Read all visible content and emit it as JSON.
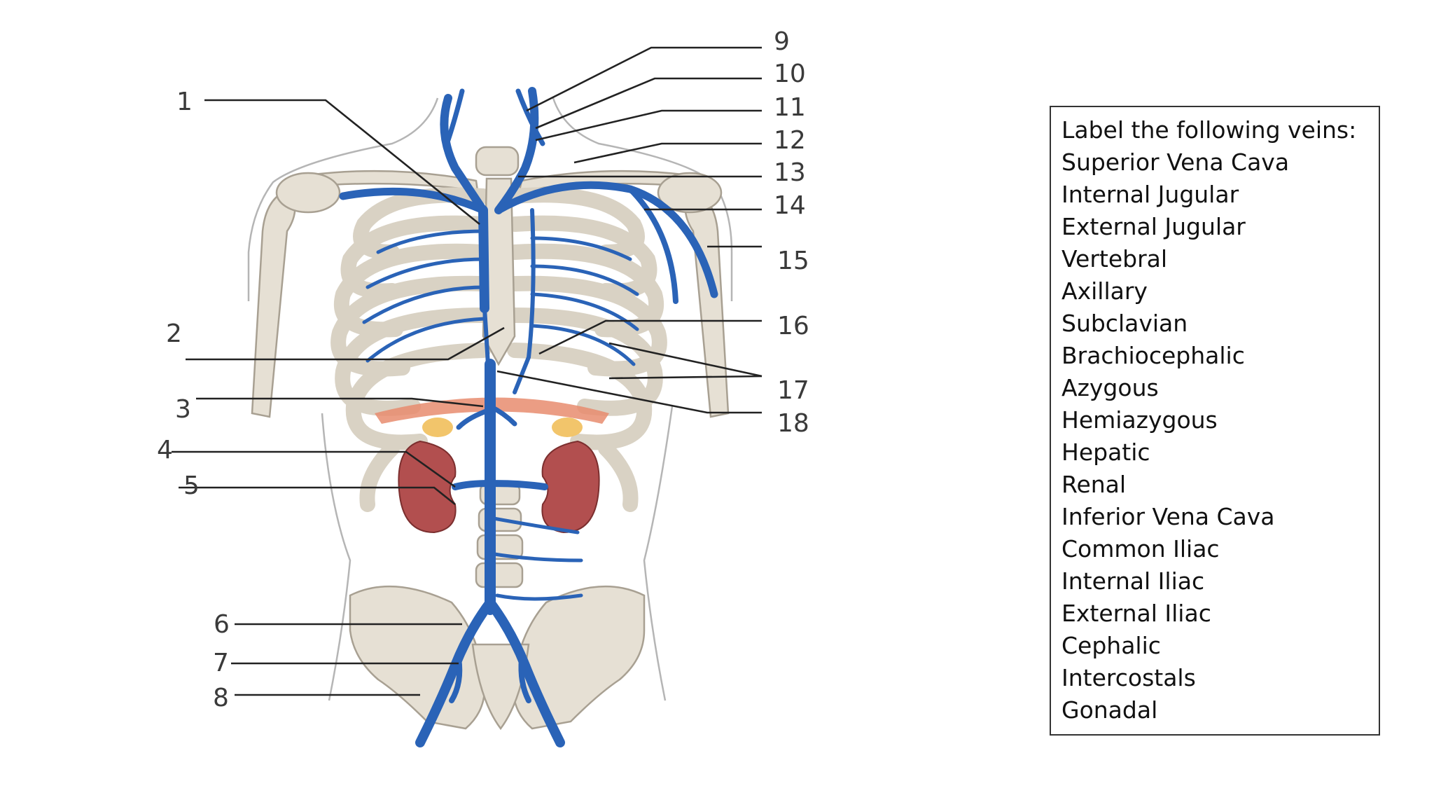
{
  "numbers": [
    "1",
    "2",
    "3",
    "4",
    "5",
    "6",
    "7",
    "8",
    "9",
    "10",
    "11",
    "12",
    "13",
    "14",
    "15",
    "16",
    "17",
    "18"
  ],
  "word_bank": {
    "heading": "Label the following veins:",
    "items": [
      "Superior Vena Cava",
      "Internal Jugular",
      "External Jugular",
      "Vertebral",
      "Axillary",
      "Subclavian",
      "Brachiocephalic",
      "Azygous",
      "Hemiazygous",
      "Hepatic",
      "Renal",
      "Inferior Vena Cava",
      "Common Iliac",
      "Internal Iliac",
      "External Iliac",
      "Cephalic",
      "Intercostals",
      "Gonadal"
    ]
  },
  "colors": {
    "vein": "#2a63b7",
    "bone": "#e6e0d4",
    "kidney": "#b24f4f",
    "diaphragm": "#e88c6f",
    "adrenal": "#f2c56b"
  }
}
